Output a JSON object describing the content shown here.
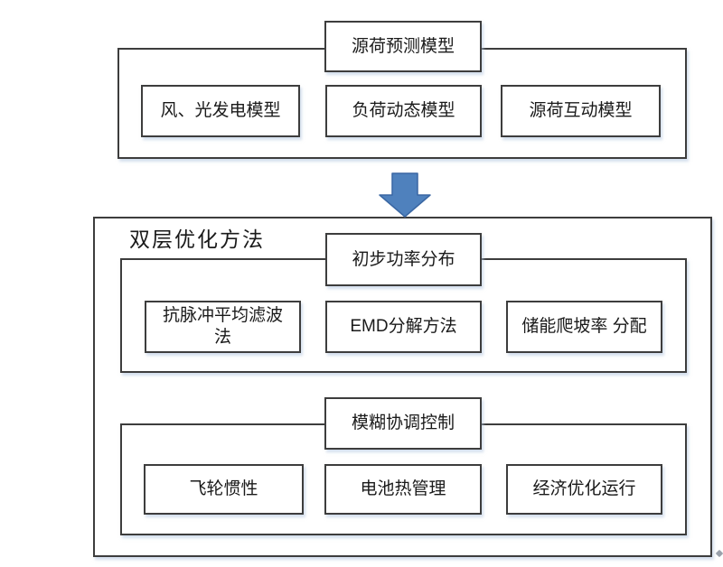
{
  "colors": {
    "border": "#3d3d3d",
    "arrow_fill": "#4f81bd",
    "arrow_stroke": "#3a67a3",
    "shadow": "#b0c4de"
  },
  "top_section": {
    "header": "源荷预测模型",
    "boxes": [
      {
        "label": "风、光发电模型"
      },
      {
        "label": "负荷动态模型"
      },
      {
        "label": "源荷互动模型"
      }
    ]
  },
  "arrow": {
    "meaning": "flow-down"
  },
  "bottom_section": {
    "title": "双层优化方法",
    "upper": {
      "header": "初步功率分布",
      "boxes": [
        {
          "label": "抗脉冲平均滤波\n法"
        },
        {
          "label": "EMD分解方法"
        },
        {
          "label": "储能爬坡率 分配"
        }
      ]
    },
    "lower": {
      "header": "模糊协调控制",
      "boxes": [
        {
          "label": "飞轮惯性"
        },
        {
          "label": "电池热管理"
        },
        {
          "label": "经济优化运行"
        }
      ]
    }
  }
}
